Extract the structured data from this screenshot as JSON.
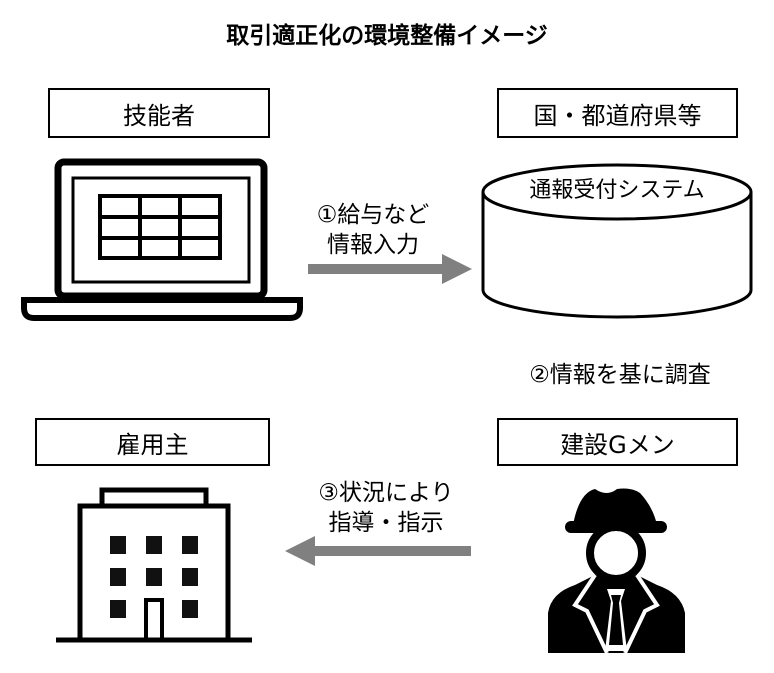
{
  "title": "取引適正化の環境整備イメージ",
  "actors": {
    "worker": "技能者",
    "government": "国・都道府県等",
    "employer": "雇用主",
    "g_men": "建設Gメン"
  },
  "system": {
    "label": "通報受付システム"
  },
  "steps": {
    "step1_line1": "①給与など",
    "step1_line2": "情報入力",
    "step2": "②情報を基に調査",
    "step3_line1": "③状況により",
    "step3_line2": "指導・指示"
  },
  "colors": {
    "arrow": "#808080",
    "ink": "#000000"
  },
  "icons": [
    "laptop-icon",
    "database-cylinder-icon",
    "office-building-icon",
    "detective-icon"
  ]
}
